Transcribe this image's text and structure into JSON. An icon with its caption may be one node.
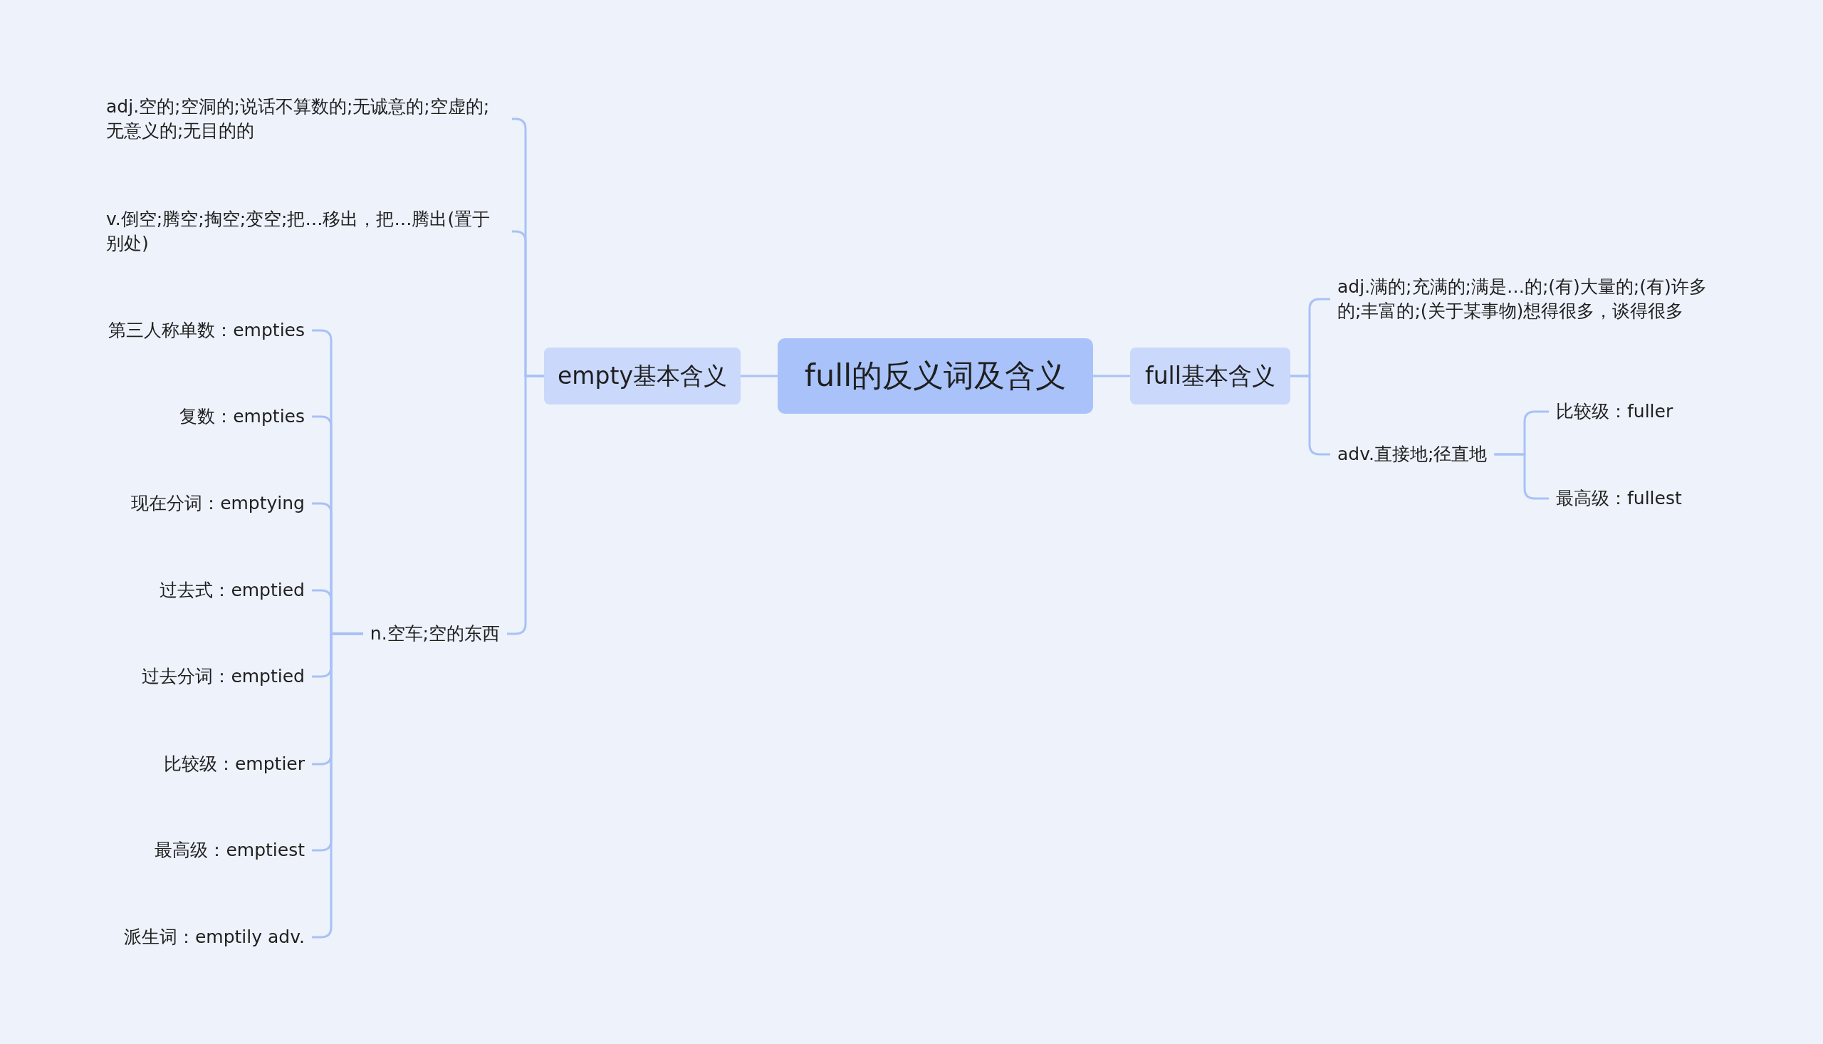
{
  "diagram": {
    "nodes": [
      {
        "text": [
          "full的反义词及含义"
        ]
      },
      {
        "text": [
          "empty基本含义"
        ]
      },
      {
        "text": [
          "full基本含义"
        ]
      },
      {
        "text": [
          "adj.空的;空洞的;说话不算数的;无诚意的;空虚的;无意义的;无目的的"
        ]
      },
      {
        "text": [
          "v.倒空;腾空;掏空;变空;把…移出，把…腾出(置于别处)"
        ]
      },
      {
        "text": [
          "n.空车;空的东西"
        ]
      },
      {
        "text": [
          "第三人称单数：empties"
        ]
      },
      {
        "text": [
          "复数：empties"
        ]
      },
      {
        "text": [
          "现在分词：emptying"
        ]
      },
      {
        "text": [
          "过去式：emptied"
        ]
      },
      {
        "text": [
          "过去分词：emptied"
        ]
      },
      {
        "text": [
          "比较级：emptier"
        ]
      },
      {
        "text": [
          "最高级：emptiest"
        ]
      },
      {
        "text": [
          "派生词：emptily adv."
        ]
      },
      {
        "text": [
          "adj.满的;充满的;满是…的;(有)大量的;(有)许多的;丰富的;(关于某事物)想得很多，谈得很多"
        ]
      },
      {
        "text": [
          "adv.直接地;径直地"
        ]
      },
      {
        "text": [
          "比较级：fuller"
        ]
      },
      {
        "text": [
          "最高级：fullest"
        ]
      }
    ],
    "edges": [
      {
        "from": 0,
        "to": 1,
        "arrow": "none"
      },
      {
        "from": 0,
        "to": 2,
        "arrow": "none"
      },
      {
        "from": 1,
        "to": 3,
        "arrow": "none"
      },
      {
        "from": 1,
        "to": 4,
        "arrow": "none"
      },
      {
        "from": 1,
        "to": 5,
        "arrow": "none"
      },
      {
        "from": 5,
        "to": 6,
        "arrow": "none"
      },
      {
        "from": 5,
        "to": 7,
        "arrow": "none"
      },
      {
        "from": 5,
        "to": 8,
        "arrow": "none"
      },
      {
        "from": 5,
        "to": 9,
        "arrow": "none"
      },
      {
        "from": 5,
        "to": 10,
        "arrow": "none"
      },
      {
        "from": 5,
        "to": 11,
        "arrow": "none"
      },
      {
        "from": 5,
        "to": 12,
        "arrow": "none"
      },
      {
        "from": 5,
        "to": 13,
        "arrow": "none"
      },
      {
        "from": 2,
        "to": 14,
        "arrow": "none"
      },
      {
        "from": 2,
        "to": 15,
        "arrow": "none"
      },
      {
        "from": 15,
        "to": 16,
        "arrow": "none"
      },
      {
        "from": 15,
        "to": 17,
        "arrow": "none"
      }
    ]
  }
}
